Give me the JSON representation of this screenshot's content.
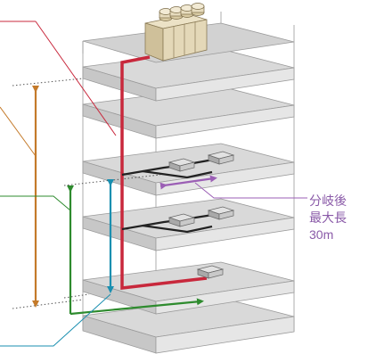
{
  "annotation": {
    "line1": "分岐後",
    "line2": "最大長",
    "line3": "30m"
  },
  "colors": {
    "refrigerant_pipe": "#c8283c",
    "total_height": "#c47a2a",
    "indoor_height": "#2e8b2e",
    "branch_height": "#1a8fb0",
    "branch_length": "#9b5fb5",
    "floor_slab": "#d6d6d6",
    "unit_body": "#cfcfcf",
    "outdoor_unit": "#e4d8b8"
  },
  "building": {
    "floor_count": 6,
    "indoor_unit_count": 5,
    "outdoor_unit_fans": 4
  }
}
